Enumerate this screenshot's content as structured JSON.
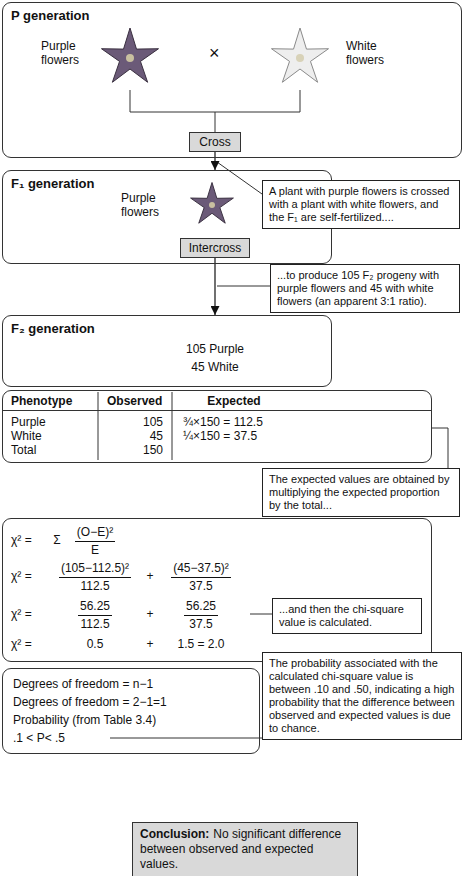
{
  "diagram": {
    "nodes": [
      {
        "text": [
          "P generation",
          "Purple flowers",
          "×",
          "White flowers"
        ]
      },
      {
        "text": [
          "Cross"
        ],
        "in": 0
      },
      {
        "text": [
          "A plant with purple flowers is crossed with a plant with white flowers, and the F₁ are self-fertilized...."
        ]
      },
      {
        "text": [
          "F₁ generation",
          "Purple flowers"
        ]
      },
      {
        "text": [
          "Intercross"
        ],
        "in": 3
      },
      {
        "text": [
          "...to produce 105 F₂ progeny with purple flowers and 45 with white flowers (an apparent 3:1 ratio)."
        ]
      },
      {
        "text": [
          "F₂ generation",
          "105 Purple",
          "45 White"
        ]
      },
      {
        "text": [
          "Phenotype",
          "Observed",
          "Expected",
          "Purple",
          "105",
          "¾×150 = 112.5",
          "White",
          "45",
          "¼×150 = 37.5",
          "Total",
          "150"
        ]
      },
      {
        "text": [
          "The expected values are obtained by multiplying the expected proportion by the total..."
        ]
      },
      {
        "text": [
          "χ² =",
          "Σ",
          "(O−E)²",
          "E",
          "χ² =",
          "(105−112.5)²",
          "112.5",
          "+",
          "(45−37.5)²",
          "37.5",
          "χ² =",
          "56.25",
          "112.5",
          "+",
          "56.25",
          "37.5",
          "χ² =",
          "0.5",
          "+",
          "1.5 = 2.0"
        ]
      },
      {
        "text": [
          "...and then the chi-square value is calculated."
        ],
        "in": 9
      },
      {
        "text": [
          "Degrees of freedom = n−1",
          "Degrees of freedom = 2−1=1",
          "Probability (from Table 3.4)",
          ".1 < P< .5"
        ]
      },
      {
        "text": [
          "The probability associated with the calculated chi-square value is between .10 and .50, indicating a high probability that the difference between observed and expected values is due to chance."
        ]
      },
      {
        "text": [
          "Conclusion:",
          "No significant difference between observed and expected values."
        ]
      }
    ],
    "edges": [
      {
        "from": 1,
        "to": 3,
        "arrow": "to"
      },
      {
        "from": 4,
        "to": 6,
        "arrow": "to"
      }
    ]
  }
}
